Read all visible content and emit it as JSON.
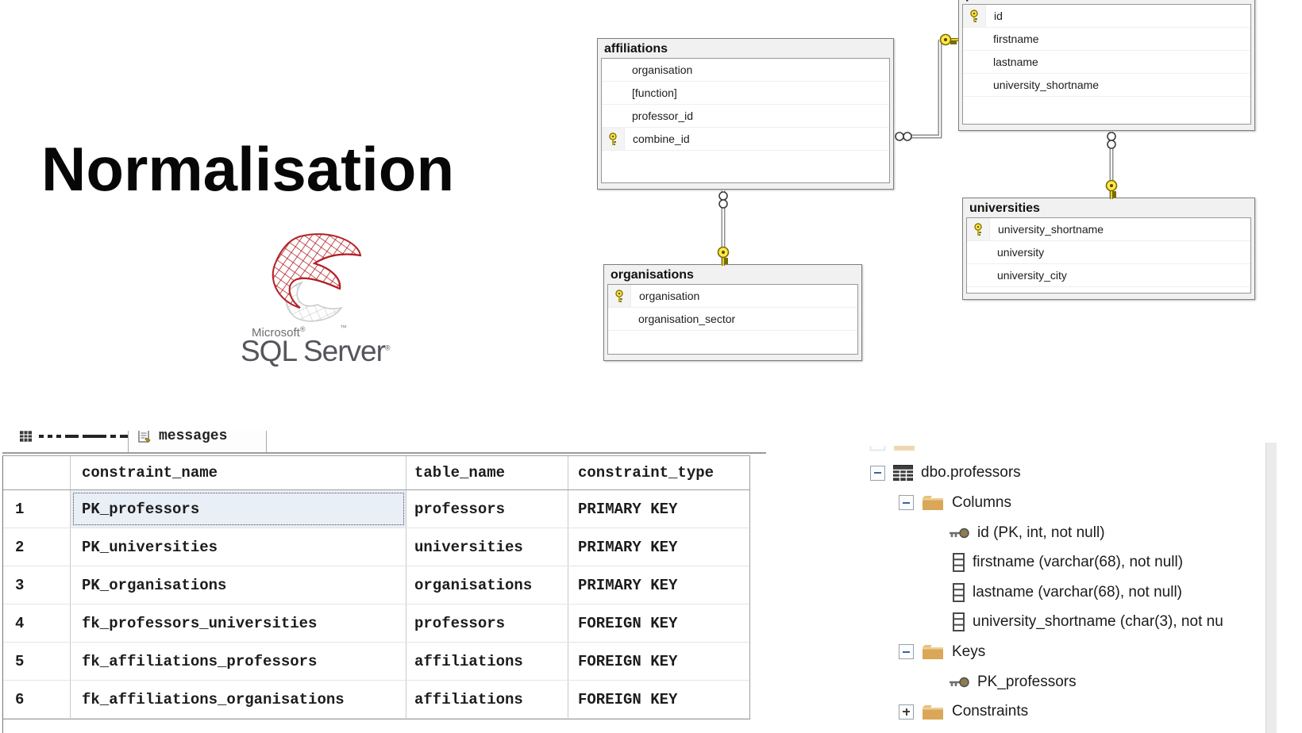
{
  "title": "Normalisation",
  "logo": {
    "brand": "Microsoft",
    "brand_reg": "®",
    "product": "SQL Server",
    "product_reg": "®",
    "tm": "™"
  },
  "diagram": {
    "tables": [
      {
        "title": "affiliations",
        "columns": [
          {
            "name": "organisation",
            "pk": false
          },
          {
            "name": "[function]",
            "pk": false
          },
          {
            "name": "professor_id",
            "pk": false
          },
          {
            "name": "combine_id",
            "pk": true
          }
        ]
      },
      {
        "title": "professors",
        "columns": [
          {
            "name": "id",
            "pk": true
          },
          {
            "name": "firstname",
            "pk": false
          },
          {
            "name": "lastname",
            "pk": false
          },
          {
            "name": "university_shortname",
            "pk": false
          }
        ]
      },
      {
        "title": "universities",
        "columns": [
          {
            "name": "university_shortname",
            "pk": true
          },
          {
            "name": "university",
            "pk": false
          },
          {
            "name": "university_city",
            "pk": false
          }
        ]
      },
      {
        "title": "organisations",
        "columns": [
          {
            "name": "organisation",
            "pk": true
          },
          {
            "name": "organisation_sector",
            "pk": false
          }
        ]
      }
    ]
  },
  "results": {
    "tabs": [
      {
        "label": ""
      },
      {
        "label": "messages"
      }
    ],
    "headers": [
      "constraint_name",
      "table_name",
      "constraint_type"
    ],
    "rows": [
      {
        "num": "1",
        "constraint_name": "PK_professors",
        "table_name": "professors",
        "constraint_type": "PRIMARY KEY"
      },
      {
        "num": "2",
        "constraint_name": "PK_universities",
        "table_name": "universities",
        "constraint_type": "PRIMARY KEY"
      },
      {
        "num": "3",
        "constraint_name": "PK_organisations",
        "table_name": "organisations",
        "constraint_type": "PRIMARY KEY"
      },
      {
        "num": "4",
        "constraint_name": "fk_professors_universities",
        "table_name": "professors",
        "constraint_type": "FOREIGN KEY"
      },
      {
        "num": "5",
        "constraint_name": "fk_affiliations_professors",
        "table_name": "affiliations",
        "constraint_type": "FOREIGN KEY"
      },
      {
        "num": "6",
        "constraint_name": "fk_affiliations_organisations",
        "table_name": "affiliations",
        "constraint_type": "FOREIGN KEY"
      }
    ],
    "selected_cell": {
      "row": 1,
      "column": "constraint_name"
    }
  },
  "object_explorer": {
    "nodes": [
      {
        "label": "dbo.professors",
        "icon": "table",
        "expander": "minus",
        "indent": 0
      },
      {
        "label": "Columns",
        "icon": "folder",
        "expander": "minus",
        "indent": 1
      },
      {
        "label": "id (PK, int, not null)",
        "icon": "key",
        "indent": 2
      },
      {
        "label": "firstname (varchar(68), not null)",
        "icon": "column",
        "indent": 2
      },
      {
        "label": "lastname (varchar(68), not null)",
        "icon": "column",
        "indent": 2
      },
      {
        "label": "university_shortname (char(3), not nu",
        "icon": "column",
        "indent": 2
      },
      {
        "label": "Keys",
        "icon": "folder",
        "expander": "minus",
        "indent": 1
      },
      {
        "label": "PK_professors",
        "icon": "key",
        "indent": 2
      },
      {
        "label": "Constraints",
        "icon": "folder",
        "expander": "plus",
        "indent": 1
      }
    ]
  }
}
